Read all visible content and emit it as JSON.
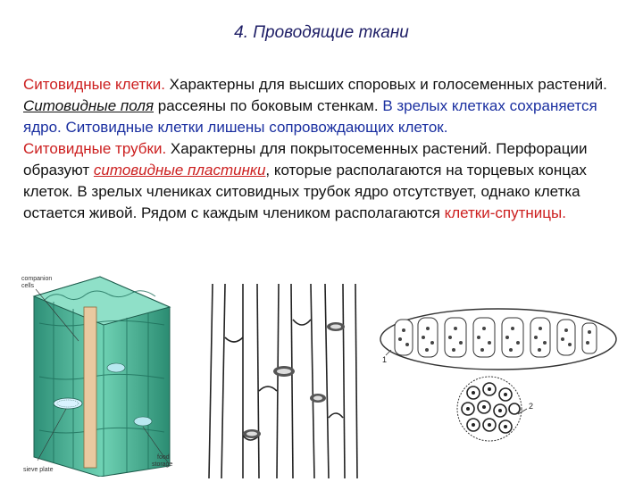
{
  "title": "4. Проводящие ткани",
  "paragraph1": {
    "term": "Ситовидные клетки.",
    "text1": " Характерны для высших споровых и голосеменных растений. ",
    "link": "Ситовидные поля",
    "text2": " рассеяны по боковым стенкам. ",
    "text3": "В зрелых клетках сохраняется ядро. Ситовидные клетки лишены сопровождающих клеток."
  },
  "paragraph2": {
    "term": "Ситовидные трубки.",
    "text1": " Характерны для покрытосеменных  растений. Перфорации образуют ",
    "link": "ситовидные пластинки",
    "text2": ", которые располагаются на торцевых концах клеток. В зрелых члениках ситовидных трубок ядро отсутствует, однако  клетка  остается  живой. Рядом с каждым члеником располагаются ",
    "term2": "клетки-спутницы."
  },
  "figure_left": {
    "label_companion": "companion",
    "label_cells": "cells",
    "label_sieve_plate": "sieve plate",
    "label_food": "food",
    "label_storage": "storage"
  },
  "figure_right": {
    "label_1": "1",
    "label_2": "2"
  },
  "colors": {
    "accent_red": "#cc1f1f",
    "accent_blue": "#1a2fa0",
    "tissue_green": "#3aa889"
  }
}
